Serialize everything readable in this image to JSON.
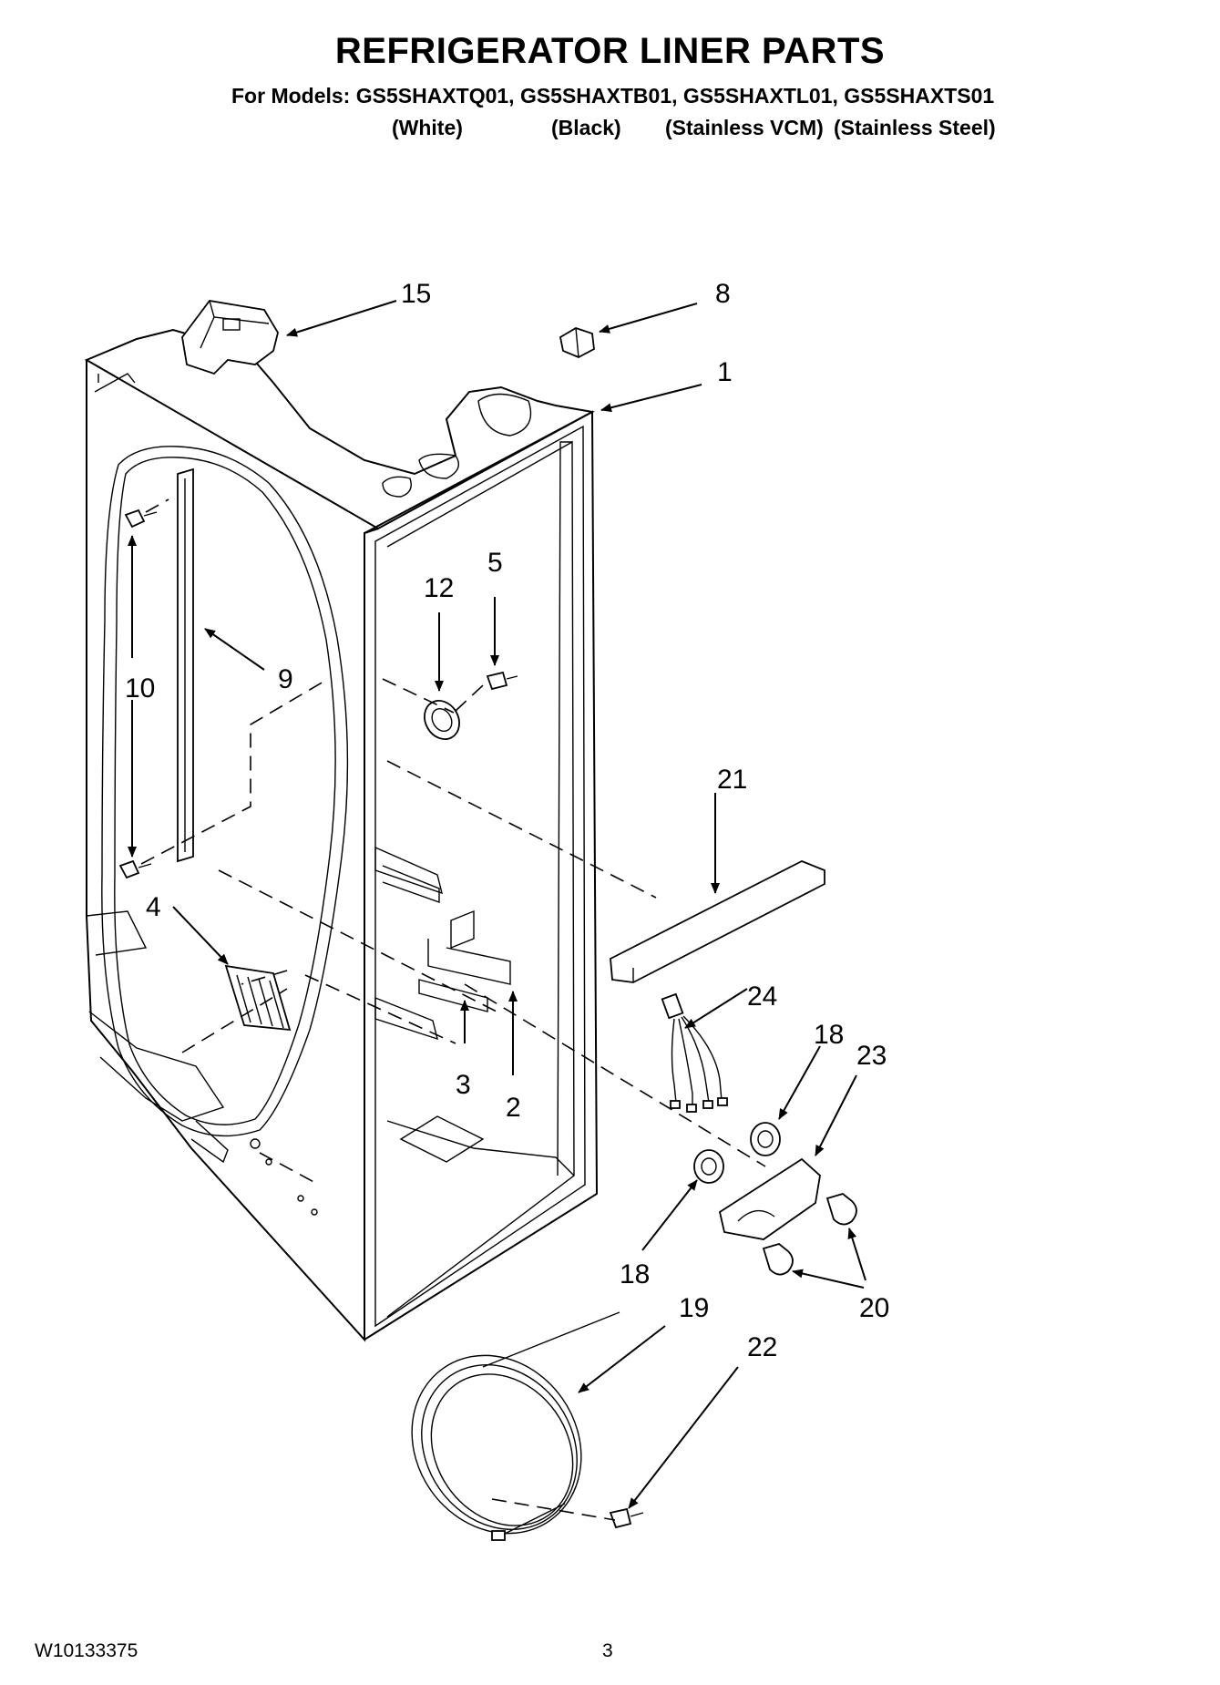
{
  "header": {
    "title": "REFRIGERATOR LINER PARTS",
    "models_line": "For Models: GS5SHAXTQ01, GS5SHAXTB01, GS5SHAXTL01, GS5SHAXTS01",
    "variants": [
      "(White)",
      "(Black)",
      "(Stainless VCM)",
      "(Stainless Steel)"
    ]
  },
  "callouts": {
    "c1": "1",
    "c2": "2",
    "c3": "3",
    "c4": "4",
    "c5": "5",
    "c8": "8",
    "c9": "9",
    "c10": "10",
    "c12": "12",
    "c15": "15",
    "c18a": "18",
    "c18b": "18",
    "c19": "19",
    "c20": "20",
    "c21": "21",
    "c22": "22",
    "c23": "23",
    "c24": "24"
  },
  "footer": {
    "doc_number": "W10133375",
    "page_number": "3"
  }
}
